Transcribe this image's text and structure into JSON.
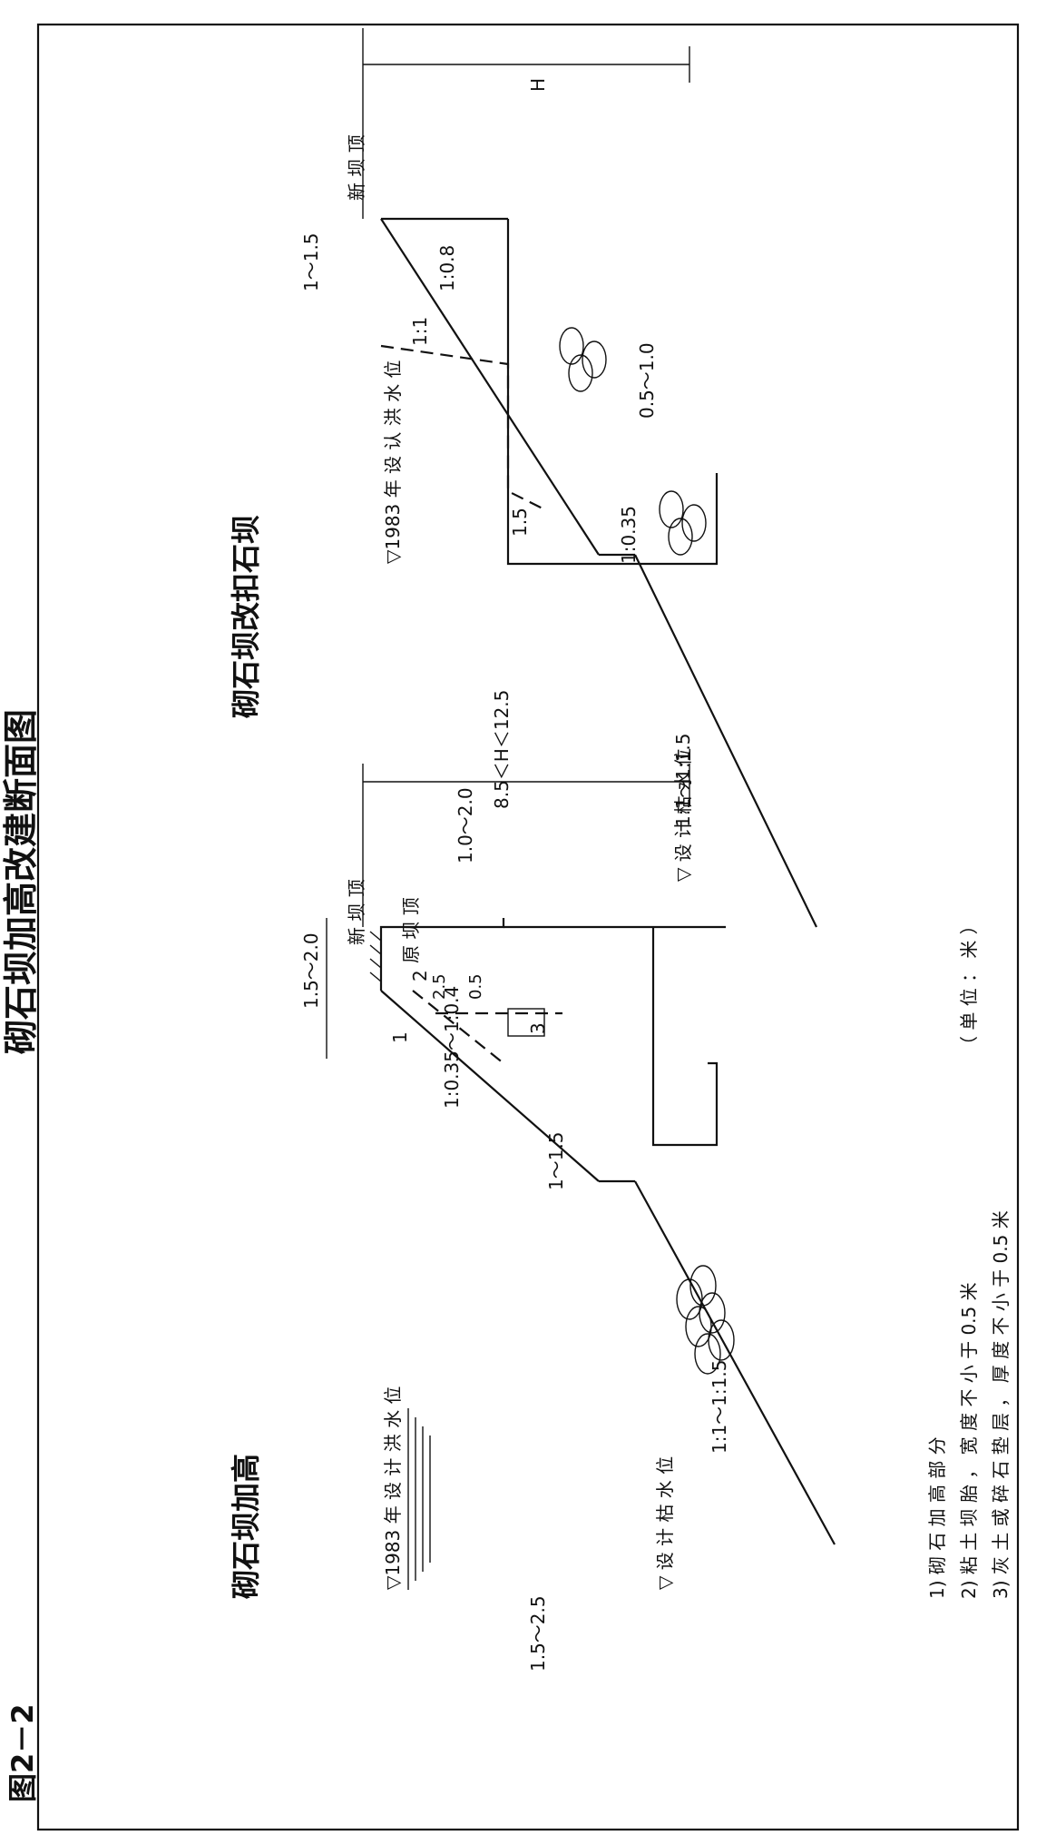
{
  "figure": {
    "number": "图2－2",
    "title": "砌石坝加高改建断面图"
  },
  "left_section": {
    "title": "砌石坝加高",
    "labels": {
      "new_crest": "新 坝 顶",
      "old_crest": "原 坝 顶",
      "flood_level": "▽1983 年 设 计 洪 水 位",
      "low_level": "▽ 设 计 枯 水 位",
      "top_width": "1.5～2.0",
      "dim_25": "2.5",
      "dim_05": "0.5",
      "height_range": "8.5＜H＜12.5",
      "berm": "1～1.5",
      "slope_upper": "1:0.35～1:0.4",
      "slope_lower": "1:1～1:1.5",
      "base_dim": "1.5～2.5",
      "mark1": "1",
      "mark2": "2",
      "mark3": "3"
    }
  },
  "right_section": {
    "title": "砌石坝改扣石坝",
    "labels": {
      "new_crest": "新 坝 顶",
      "H": "H",
      "crest_width": "1～1.5",
      "flood_level": "▽1983 年 设 认 洪 水 位",
      "slope_08": "1:0.8",
      "slope_11": "1:1",
      "dim_0510": "0.5～1.0",
      "dim_15": "1.5",
      "slope_035": "1:0.35",
      "slope_115": "1:1～1:1.5",
      "dim_1020": "1.0～2.0",
      "low_level": "▽ 设 计 枯 水 位"
    }
  },
  "legend": {
    "items": [
      "1) 砌 石 加 高 部 分",
      "2) 粘 土 坝 胎 ， 宽 度 不 小 于 0.5 米",
      "3) 灰 土 或 碎 石 垫 层 ， 厚 度 不 小 于 0.5 米"
    ],
    "unit": "（ 单 位 ： 米 ）"
  }
}
